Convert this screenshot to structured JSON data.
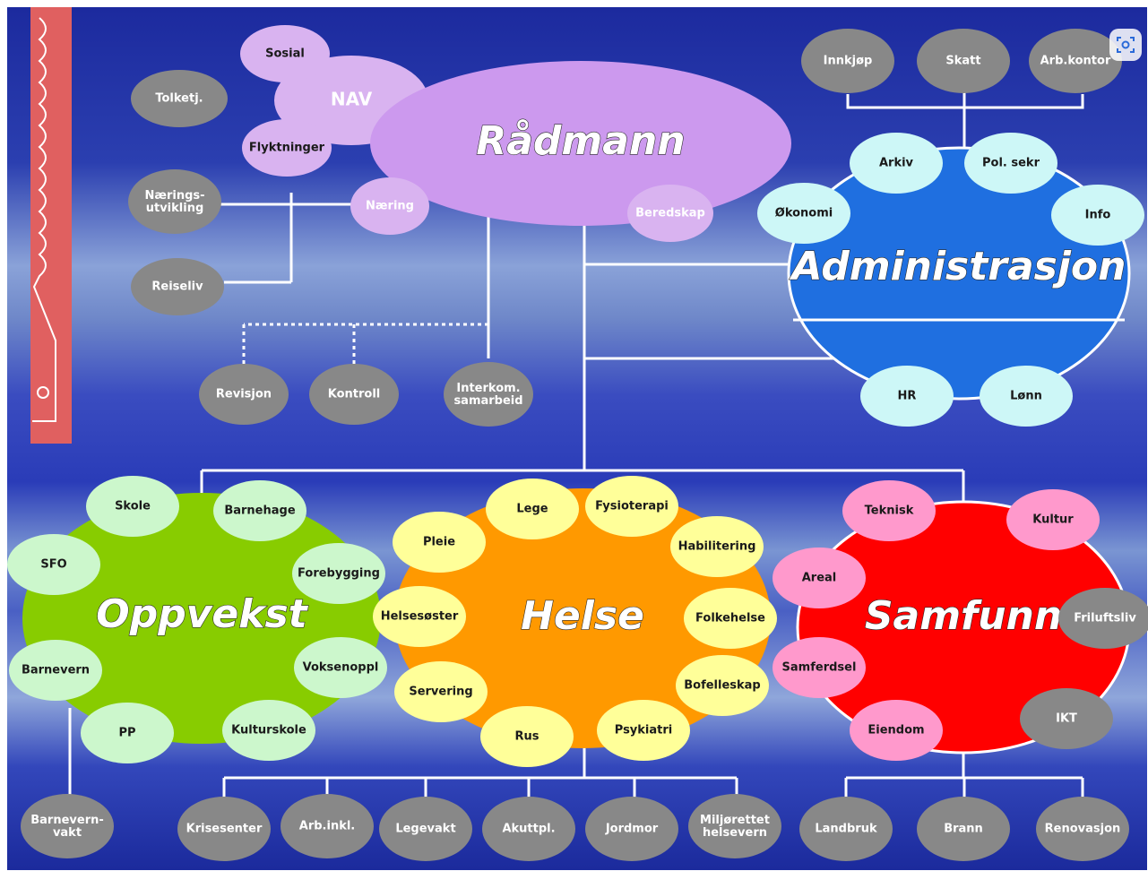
{
  "center": {
    "label": "Rådmann"
  },
  "nav": {
    "label": "NAV",
    "children": [
      "Sosial",
      "Flyktninger"
    ],
    "side": [
      "Tolketj."
    ]
  },
  "naering": {
    "label": "Næring",
    "children": [
      "Nærings-\nutvikling",
      "Reiseliv"
    ]
  },
  "beredskap": {
    "label": "Beredskap"
  },
  "staff": {
    "dotted": [
      "Revisjon",
      "Kontroll"
    ],
    "solid": "Interkom.\nsamarbeid"
  },
  "administrasjon": {
    "label": "Administrasjon",
    "children": [
      "Arkiv",
      "Pol. sekr",
      "Økonomi",
      "Info",
      "HR",
      "Lønn"
    ],
    "top": [
      "Innkjøp",
      "Skatt",
      "Arb.kontor"
    ]
  },
  "oppvekst": {
    "label": "Oppvekst",
    "children": [
      "Skole",
      "Barnehage",
      "SFO",
      "Forebygging",
      "Barnevern",
      "Voksenoppl",
      "PP",
      "Kulturskole"
    ],
    "below": [
      "Barnevern-\nvakt"
    ]
  },
  "helse": {
    "label": "Helse",
    "children": [
      "Lege",
      "Fysioterapi",
      "Pleie",
      "Habilitering",
      "Helsesøster",
      "Folkehelse",
      "Servering",
      "Bofelleskap",
      "Rus",
      "Psykiatri"
    ],
    "below": [
      "Krisesenter",
      "Arb.inkl.",
      "Legevakt",
      "Akuttpl.",
      "Jordmor",
      "Miljørettet\nhelsevern"
    ]
  },
  "samfunn": {
    "label": "Samfunn",
    "children": [
      "Teknisk",
      "Kultur",
      "Areal",
      "Friluftsliv",
      "Samferdsel",
      "Eiendom",
      "IKT"
    ],
    "below": [
      "Landbruk",
      "Brann",
      "Renovasjon"
    ]
  },
  "colors": {
    "background_top": "#1a2a9c",
    "background_mid": "#6a86c8",
    "center_fill": "#cc99ee",
    "nav_fill": "#d9b3f0",
    "admin_fill": "#1f6fe0",
    "admin_child": "#cdf7f7",
    "oppvekst_fill": "#88cc00",
    "oppvekst_child": "#ccf7cc",
    "helse_fill": "#ff9900",
    "helse_child": "#ffff99",
    "samfunn_fill": "#ff0000",
    "samfunn_child": "#ff99cc",
    "grey": "#888888",
    "ribbon": "#e06060"
  },
  "icons": {
    "corner_tool": "lens-search-icon",
    "ruler": "ruler-decoration"
  }
}
